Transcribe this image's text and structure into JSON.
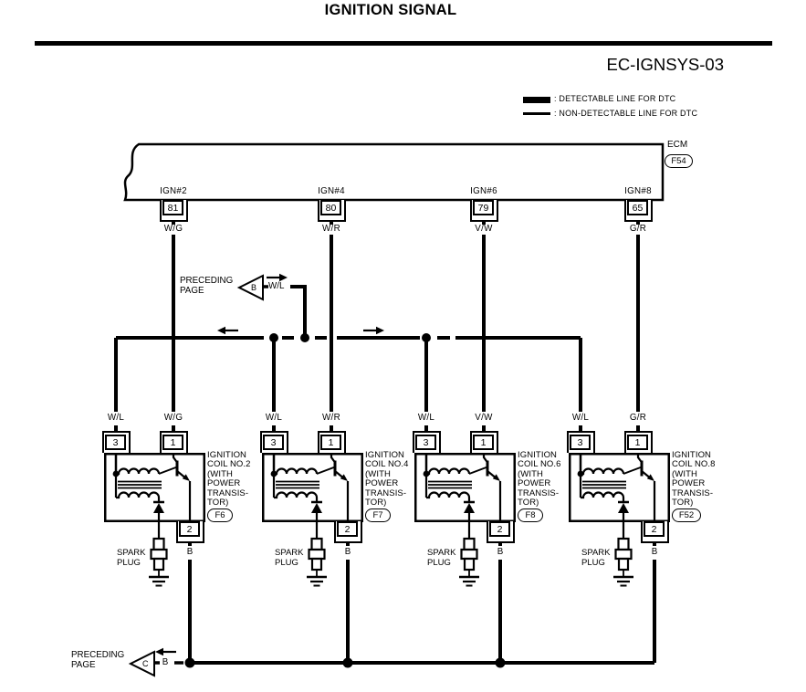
{
  "header": {
    "title": "IGNITION SIGNAL",
    "diagram_code": "EC-IGNSYS-03"
  },
  "legend": {
    "detectable_label": ": DETECTABLE LINE FOR DTC",
    "non_detectable_label": ": NON-DETECTABLE LINE FOR DTC"
  },
  "ecm": {
    "label": "ECM",
    "connector_id": "F54",
    "pins": [
      {
        "signal": "IGN#2",
        "terminal": "81",
        "wire_color": "W/G"
      },
      {
        "signal": "IGN#4",
        "terminal": "80",
        "wire_color": "W/R"
      },
      {
        "signal": "IGN#6",
        "terminal": "79",
        "wire_color": "V/W"
      },
      {
        "signal": "IGN#8",
        "terminal": "65",
        "wire_color": "G/R"
      }
    ]
  },
  "preceding_page_top": {
    "caption_line1": "PRECEDING",
    "caption_line2": "PAGE",
    "connector_letter": "B",
    "wire_color": "W/L"
  },
  "preceding_page_bottom": {
    "caption_line1": "PRECEDING",
    "caption_line2": "PAGE",
    "connector_letter": "C",
    "wire_color": "B"
  },
  "coils": [
    {
      "left_pin": "3",
      "right_pin": "1",
      "bottom_pin": "2",
      "left_wire": "W/L",
      "right_wire": "W/G",
      "bottom_wire": "B",
      "name": "IGNITION\nCOIL NO.2\n(WITH\nPOWER\nTRANSIS-\nTOR)",
      "connector_id": "F6",
      "spark_line1": "SPARK",
      "spark_line2": "PLUG"
    },
    {
      "left_pin": "3",
      "right_pin": "1",
      "bottom_pin": "2",
      "left_wire": "W/L",
      "right_wire": "W/R",
      "bottom_wire": "B",
      "name": "IGNITION\nCOIL NO.4\n(WITH\nPOWER\nTRANSIS-\nTOR)",
      "connector_id": "F7",
      "spark_line1": "SPARK",
      "spark_line2": "PLUG"
    },
    {
      "left_pin": "3",
      "right_pin": "1",
      "bottom_pin": "2",
      "left_wire": "W/L",
      "right_wire": "V/W",
      "bottom_wire": "B",
      "name": "IGNITION\nCOIL NO.6\n(WITH\nPOWER\nTRANSIS-\nTOR)",
      "connector_id": "F8",
      "spark_line1": "SPARK",
      "spark_line2": "PLUG"
    },
    {
      "left_pin": "3",
      "right_pin": "1",
      "bottom_pin": "2",
      "left_wire": "W/L",
      "right_wire": "G/R",
      "bottom_wire": "B",
      "name": "IGNITION\nCOIL NO.8\n(WITH\nPOWER\nTRANSIS-\nTOR)",
      "connector_id": "F52",
      "spark_line1": "SPARK",
      "spark_line2": "PLUG"
    }
  ],
  "colors": {
    "line": "#000000",
    "background": "#ffffff"
  }
}
